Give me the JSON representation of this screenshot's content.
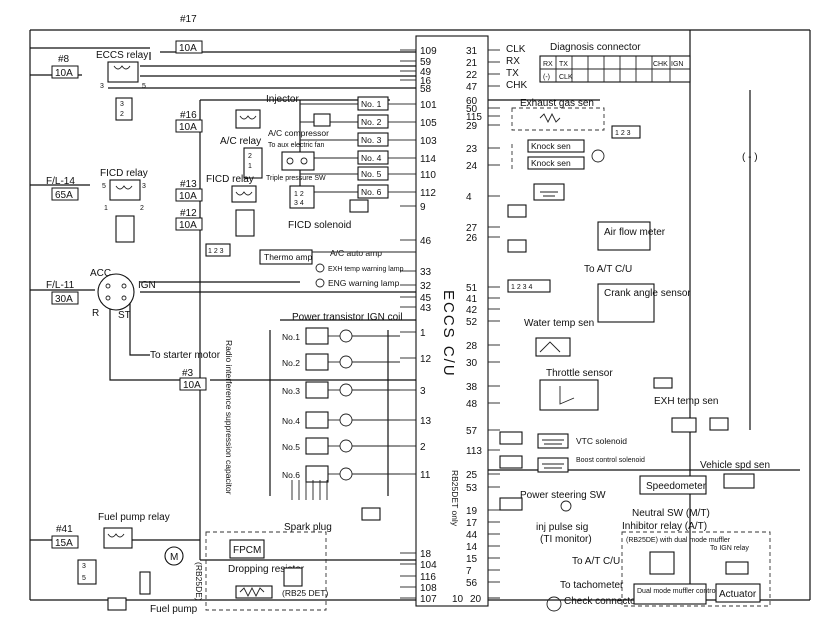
{
  "ecu": {
    "label": "ECCS C/U",
    "note": "RB25DET only"
  },
  "ground_symbol": "( - )",
  "fuses": [
    {
      "id": "f8",
      "number": "#8",
      "rating": "10A"
    },
    {
      "id": "f17",
      "number": "#17",
      "rating": "10A"
    },
    {
      "id": "f16",
      "number": "#16",
      "rating": "10A"
    },
    {
      "id": "f13",
      "number": "#13",
      "rating": "10A"
    },
    {
      "id": "f12",
      "number": "#12",
      "rating": "10A"
    },
    {
      "id": "fl14",
      "number": "F/L-14",
      "rating": "65A"
    },
    {
      "id": "fl11",
      "number": "F/L-11",
      "rating": "30A"
    },
    {
      "id": "f3",
      "number": "#3",
      "rating": "10A"
    },
    {
      "id": "f41",
      "number": "#41",
      "rating": "15A"
    }
  ],
  "relays": {
    "eccs": "ECCS relay",
    "ac": "A/C relay",
    "ficd": "FICD relay",
    "ficd2": "FICD relay",
    "fuel_pump": "Fuel pump relay",
    "inhibitor": "Neutral SW (M/T)",
    "inhibitor2": "Inhibitor relay (A/T)"
  },
  "components": {
    "injector": "Injector",
    "injectors": [
      "No. 1",
      "No. 2",
      "No. 3",
      "No. 4",
      "No. 5",
      "No. 6"
    ],
    "ac_compressor": "A/C compressor",
    "aux_fan": "To aux electric fan",
    "triple_sw": "Triple pressure SW",
    "ficd_solenoid": "FICD solenoid",
    "thermo_amp": "Thermo amp",
    "ac_auto_amp": "A/C auto amp",
    "exh_lamp": "EXH temp warning lamp",
    "eng_lamp": "ENG warning lamp",
    "ignition": "IGN",
    "acc": "ACC",
    "r": "R",
    "st": "ST",
    "starter": "To starter motor",
    "power_transistor": "Power transistor IGN coil",
    "coils": [
      "No.1",
      "No.2",
      "No.3",
      "No.4",
      "No.5",
      "No.6"
    ],
    "spark_plug": "Spark plug",
    "capacitor": "Radio interference suppression capacitor",
    "diagnosis": "Diagnosis connector",
    "diag_pins": [
      "RX",
      "TX",
      "(-)",
      "CLK",
      "CHK",
      "IGN"
    ],
    "exhaust_sen": "Exhaust gas sen",
    "knock1": "Knock sen",
    "knock2": "Knock sen",
    "air_flow": "Air flow meter",
    "to_at": "To A/T C/U",
    "crank": "Crank angle sensor",
    "water": "Water temp sen",
    "throttle": "Throttle sensor",
    "exh_temp": "EXH temp sen",
    "vtc": "VTC solenoid",
    "boost": "Boost control solenoid",
    "vehicle_spd": "Vehicle spd sen",
    "speedometer": "Speedometer",
    "power_steering": "Power steering SW",
    "inj_pulse": "inj pulse sig",
    "ti_monitor": "(TI monitor)",
    "to_at2": "To A/T C/U",
    "tachometer": "To tachometer",
    "check": "Check connector",
    "muffler_note": "(RB25DE) with dual mode muffler",
    "to_ign_relay": "To IGN relay",
    "muffler_ctrl": "Dual mode muffler controller",
    "actuator": "Actuator",
    "fpcm": "FPCM",
    "dropping": "Dropping resistor",
    "rb25det": "(RB25 DET)",
    "rb25de": "(RB25DE)",
    "fuel_pump": "Fuel pump"
  },
  "ecu_left_pins": [
    "109",
    "59",
    "49",
    "16",
    "58",
    "101",
    "105",
    "103",
    "114",
    "110",
    "112",
    "9",
    "46",
    "33",
    "32",
    "45",
    "43",
    "1",
    "12",
    "3",
    "13",
    "2",
    "11",
    "18",
    "104",
    "116",
    "108",
    "107"
  ],
  "ecu_right_pins": [
    "31",
    "21",
    "22",
    "47",
    "60",
    "50",
    "115",
    "29",
    "23",
    "24",
    "4",
    "27",
    "26",
    "51",
    "41",
    "42",
    "52",
    "28",
    "30",
    "38",
    "48",
    "57",
    "113",
    "25",
    "53",
    "19",
    "17",
    "44",
    "14",
    "15",
    "7",
    "56",
    "10",
    "20"
  ],
  "signals": [
    "CLK",
    "RX",
    "TX",
    "CHK"
  ]
}
